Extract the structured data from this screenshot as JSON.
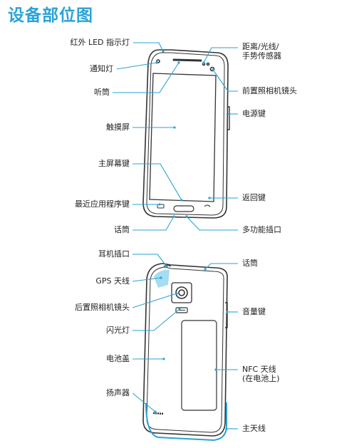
{
  "page": {
    "title": "设备部位图"
  },
  "front": {
    "ir_led": "红外 LED 指示灯",
    "notification_led": "通知灯",
    "earpiece": "听筒",
    "touchscreen": "触摸屏",
    "home_key": "主屏幕键",
    "recent_apps_key": "最近应用程序键",
    "microphone": "话筒",
    "proximity_sensor_line1": "距离/光线/",
    "proximity_sensor_line2": "手势传感器",
    "front_camera": "前置照相机镜头",
    "power_key": "电源键",
    "back_key": "返回键",
    "multipurpose_jack": "多功能插口"
  },
  "back": {
    "headset_jack": "耳机插口",
    "gps_antenna": "GPS 天线",
    "rear_camera": "后置照相机镜头",
    "flash": "闪光灯",
    "back_cover": "电池盖",
    "speaker": "扬声器",
    "microphone": "话筒",
    "volume_key": "音量键",
    "nfc_antenna_line1": "NFC 天线",
    "nfc_antenna_line2": "(在电池上)",
    "main_antenna": "主天线"
  }
}
